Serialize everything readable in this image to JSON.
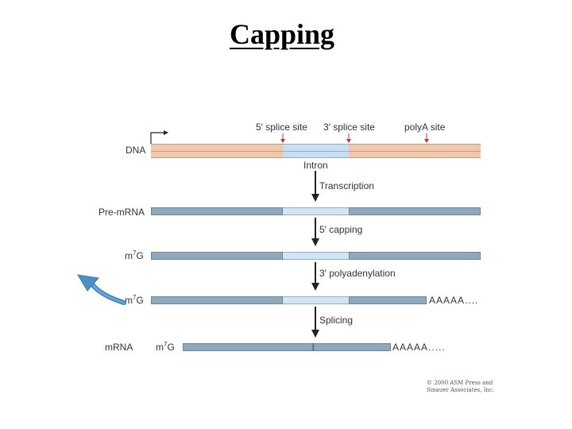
{
  "title": "Capping",
  "site_labels": {
    "five_splice": "5′ splice site",
    "three_splice": "3′ splice site",
    "polya": "polyA site"
  },
  "row_labels": {
    "dna": "DNA",
    "intron": "Intron",
    "pre_mrna": "Pre-mRNA",
    "m7g": "m",
    "m7g_sup": "7",
    "m7g_tail": "G",
    "mrna": "mRNA"
  },
  "steps": {
    "transcription": "Transcription",
    "capping": "5′ capping",
    "polyadenylation": "3′ polyadenylation",
    "splicing": "Splicing"
  },
  "tails": {
    "polya_row": "AAAAA....",
    "mrna_row": "AAAAA....."
  },
  "copyright": {
    "line1": "© 2000 ASM Press and",
    "line2": "Sinauer Associates, Inc."
  },
  "colors": {
    "dna_exon": "#f0c9ad",
    "intron": "#c9def0",
    "rna_exon": "#8ea8bd",
    "arrow_dark": "#222222",
    "site_marker": "#c0392b",
    "curved_arrow": "#4f8fc4"
  }
}
